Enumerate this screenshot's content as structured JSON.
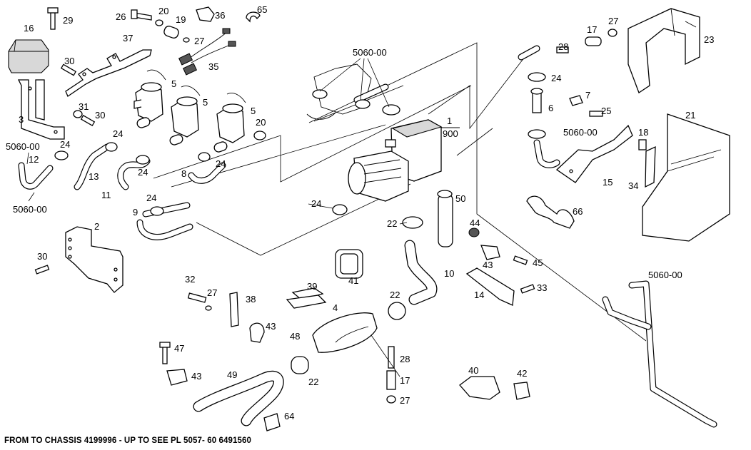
{
  "footer": "FROM TO CHASSIS 4199996 - UP TO SEE PL 5057- 60 6491560",
  "labels": {
    "l29": "29",
    "l26": "26",
    "l20a": "20",
    "l19": "19",
    "l36": "36",
    "l65": "65",
    "l16": "16",
    "l37": "37",
    "l30a": "30",
    "l27a": "27",
    "l35": "35",
    "l5a": "5",
    "l5b": "5",
    "l5c": "5",
    "l31": "31",
    "l30b": "30",
    "l3": "3",
    "l20b": "20",
    "l5060a": "5060-00",
    "l24a": "24",
    "l12": "12",
    "l24b": "24",
    "l13": "13",
    "l11": "11",
    "l24c": "24",
    "l24d": "24",
    "l8": "8",
    "l5060b": "5060-00",
    "l5060c": "5060-00",
    "l1": "1",
    "l900": "900",
    "l24e": "24",
    "l9": "9",
    "l24f": "24",
    "l2": "2",
    "l30c": "30",
    "l28a": "28",
    "l17a": "17",
    "l27b": "27",
    "l23": "23",
    "l24g": "24",
    "l7": "7",
    "l6": "6",
    "l25": "25",
    "l5060d": "5060-00",
    "l21": "21",
    "l18": "18",
    "l15": "15",
    "l34": "34",
    "l50": "50",
    "l22a": "22",
    "l66": "66",
    "l44": "44",
    "l43a": "43",
    "l45": "45",
    "l10": "10",
    "l5060e": "5060-00",
    "l32": "32",
    "l27c": "27",
    "l38": "38",
    "l39": "39",
    "l41": "41",
    "l14": "14",
    "l33": "33",
    "l22b": "22",
    "l4": "4",
    "l43b": "43",
    "l48": "48",
    "l47": "47",
    "l43c": "43",
    "l49": "49",
    "l22c": "22",
    "l28b": "28",
    "l17b": "17",
    "l27d": "27",
    "l64": "64",
    "l40": "40",
    "l42": "42"
  }
}
